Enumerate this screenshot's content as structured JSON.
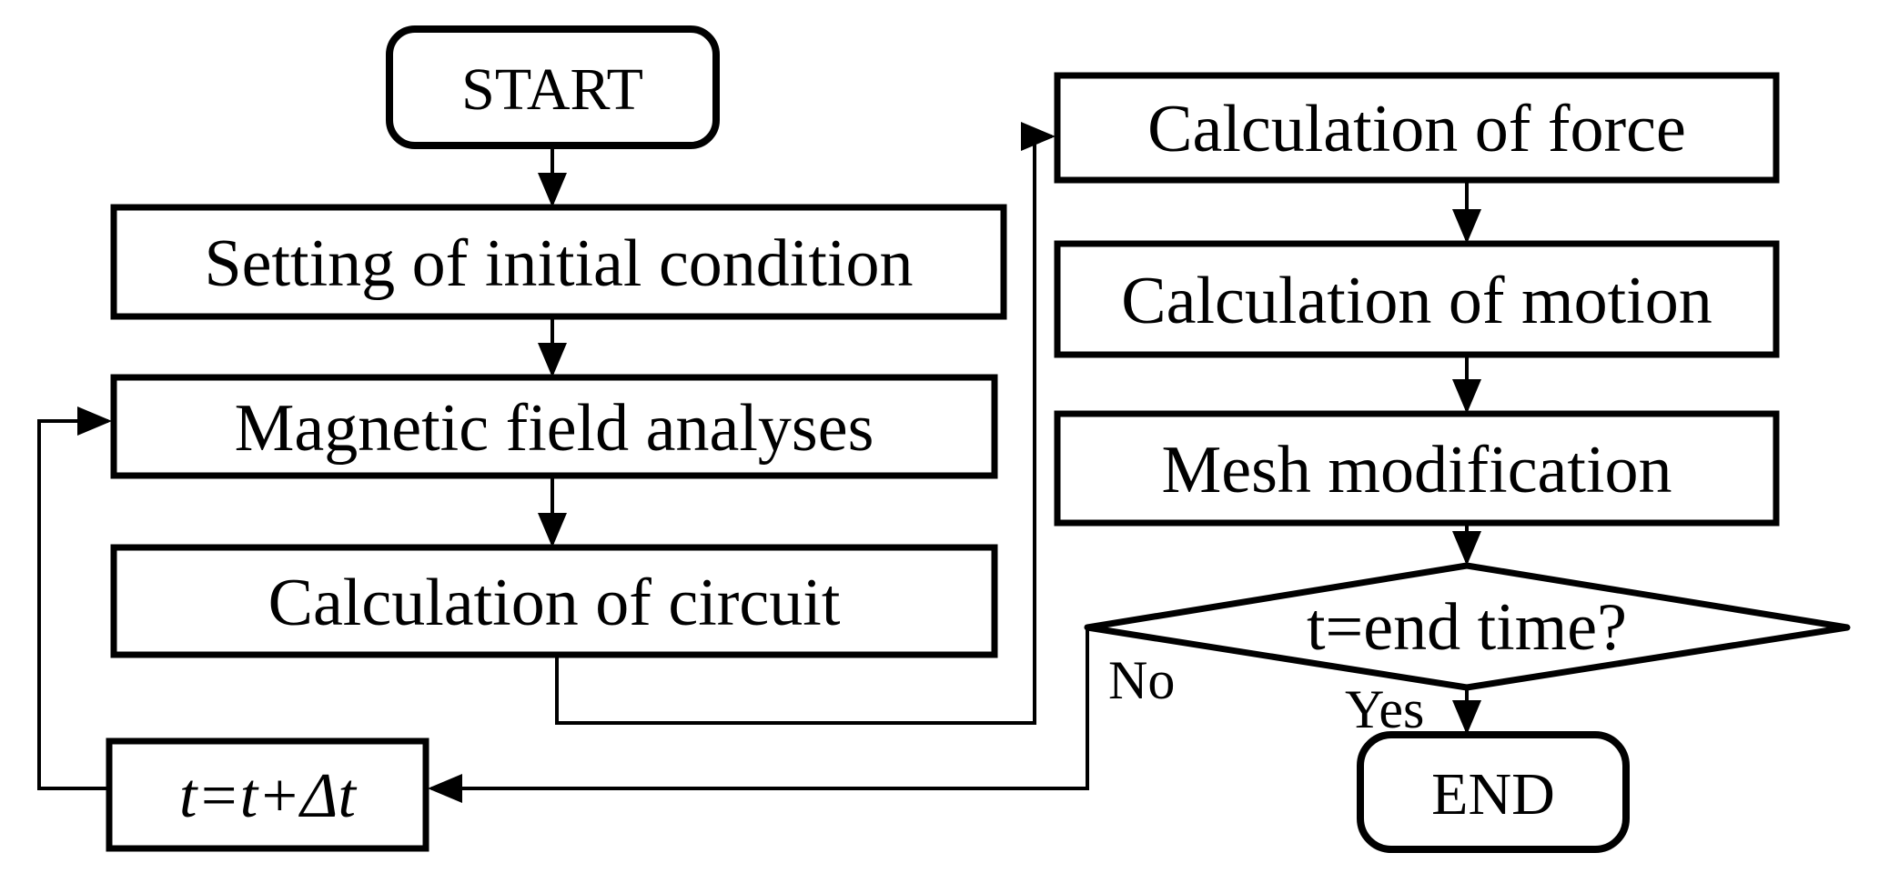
{
  "flowchart": {
    "colors": {
      "background": "#ffffff",
      "stroke": "#000000",
      "text": "#000000"
    },
    "nodes": {
      "start": {
        "label": "START",
        "type": "terminator"
      },
      "setting": {
        "label": "Setting of initial condition",
        "type": "process"
      },
      "magnetic": {
        "label": "Magnetic field analyses",
        "type": "process"
      },
      "circuit": {
        "label": "Calculation of circuit",
        "type": "process"
      },
      "time_step": {
        "label": "t=t+Δt",
        "type": "process"
      },
      "force": {
        "label": "Calculation of force",
        "type": "process"
      },
      "motion": {
        "label": "Calculation of motion",
        "type": "process"
      },
      "mesh": {
        "label": "Mesh modification",
        "type": "process"
      },
      "decision": {
        "label": "t=end time?",
        "type": "decision"
      },
      "end": {
        "label": "END",
        "type": "terminator"
      }
    },
    "edge_labels": {
      "no": "No",
      "yes": "Yes"
    }
  }
}
